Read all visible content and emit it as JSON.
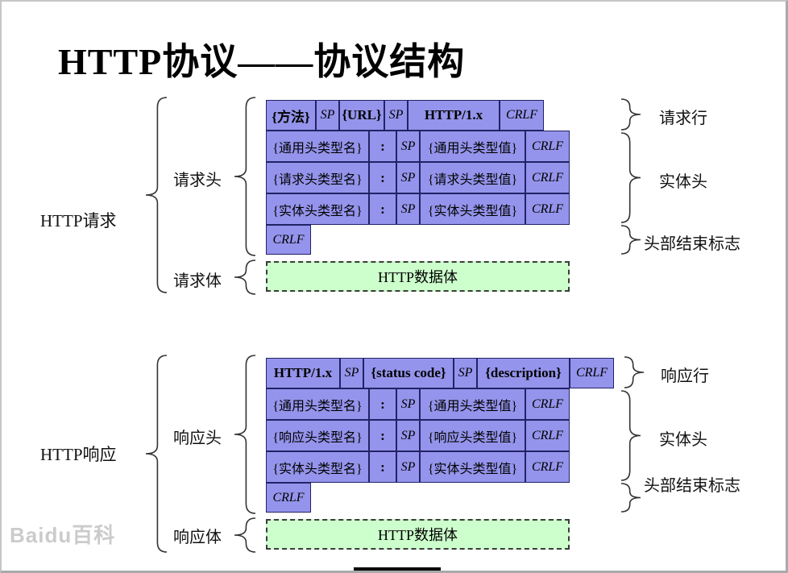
{
  "title": "HTTP协议——协议结构",
  "watermark": "Baidu百科",
  "colors": {
    "cell_fill": "#9494ec",
    "cell_border": "#222266",
    "body_fill": "#ccffcc"
  },
  "request": {
    "section_label": "HTTP请求",
    "header_label": "请求头",
    "body_label": "请求体",
    "line": [
      "{方法}",
      "SP",
      "{URL}",
      "SP",
      "HTTP/1.x",
      "CRLF"
    ],
    "headers": [
      [
        "{通用头类型名}",
        ":",
        "SP",
        "{通用头类型值}",
        "CRLF"
      ],
      [
        "{请求头类型名}",
        ":",
        "SP",
        "{请求头类型值}",
        "CRLF"
      ],
      [
        "{实体头类型名}",
        ":",
        "SP",
        "{实体头类型值}",
        "CRLF"
      ]
    ],
    "crlf": "CRLF",
    "body": "HTTP数据体",
    "annotations": [
      "请求行",
      "实体头",
      "头部结束标志"
    ]
  },
  "response": {
    "section_label": "HTTP响应",
    "header_label": "响应头",
    "body_label": "响应体",
    "line": [
      "HTTP/1.x",
      "SP",
      "{status code}",
      "SP",
      "{description}",
      "CRLF"
    ],
    "headers": [
      [
        "{通用头类型名}",
        ":",
        "SP",
        "{通用头类型值}",
        "CRLF"
      ],
      [
        "{响应头类型名}",
        ":",
        "SP",
        "{响应头类型值}",
        "CRLF"
      ],
      [
        "{实体头类型名}",
        ":",
        "SP",
        "{实体头类型值}",
        "CRLF"
      ]
    ],
    "crlf": "CRLF",
    "body": "HTTP数据体",
    "annotations": [
      "响应行",
      "实体头",
      "头部结束标志"
    ]
  }
}
